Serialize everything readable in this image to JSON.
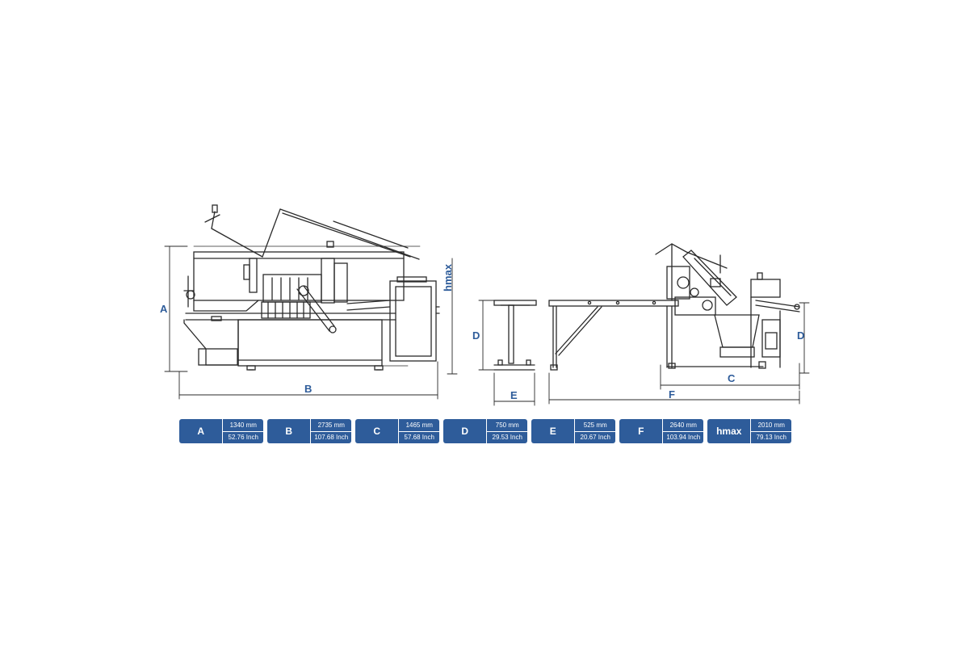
{
  "drawing_labels": {
    "a": "A",
    "b": "B",
    "c": "C",
    "d_front": "D",
    "d_side": "D",
    "e": "E",
    "f": "F",
    "hmax": "hmax"
  },
  "dimensions": [
    {
      "key": "A",
      "mm": "1340 mm",
      "inch": "52.76 Inch"
    },
    {
      "key": "B",
      "mm": "2735 mm",
      "inch": "107.68 Inch"
    },
    {
      "key": "C",
      "mm": "1465 mm",
      "inch": "57.68 Inch"
    },
    {
      "key": "D",
      "mm": "750 mm",
      "inch": "29.53 Inch"
    },
    {
      "key": "E",
      "mm": "525 mm",
      "inch": "20.67 Inch"
    },
    {
      "key": "F",
      "mm": "2640 mm",
      "inch": "103.94 Inch"
    },
    {
      "key": "hmax",
      "mm": "2010 mm",
      "inch": "79.13 Inch"
    }
  ],
  "colors": {
    "accent": "#2e5c9a",
    "line": "#2a2a2a"
  }
}
